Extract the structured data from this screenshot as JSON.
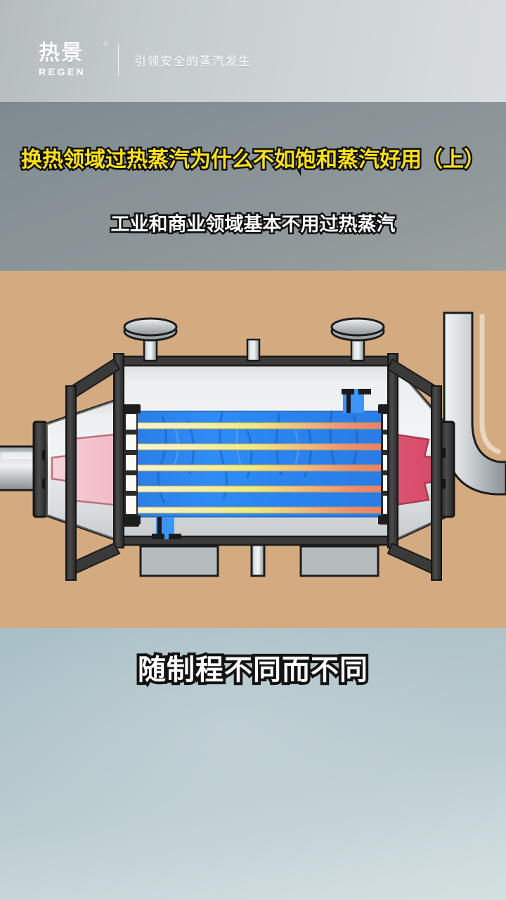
{
  "header": {
    "logo_cn": "热景",
    "logo_trademark": "®",
    "logo_en": "REGEN",
    "tagline": "引领安全的蒸汽发生",
    "divider": "vertical-divider"
  },
  "title_band": {
    "main_title": "换热领域过热蒸汽为什么不如饱和蒸汽好用（上）",
    "subtitle": "工业和商业领域基本不用过热蒸汽",
    "main_title_color": "#ffe11a",
    "subtitle_color": "#ffffff",
    "outline_color": "#101010",
    "band_color": "#8a9396"
  },
  "illustration": {
    "alt": "shell-and-tube-heat-exchanger-cutaway",
    "background_color": "#d4ab80",
    "shell_fluid_color": "#2f86f0",
    "inlet_chamber_color": "#f3bfc8",
    "outlet_chamber_color": "#d9506f",
    "tube_cool_color": "#f2f0c0",
    "tube_hot_color": "#ef8b6e",
    "metal_color": "#c9ced1",
    "frame_color": "#3a3a3a",
    "parts": {
      "inlet_pipe": "inlet-pipe-left",
      "inlet_flange": "inlet-flange",
      "outlet_elbow": "outlet-elbow-right",
      "outlet_flange": "outlet-flange",
      "top_nozzle_left": "top-nozzle-capped-left",
      "top_nozzle_mid": "top-nozzle-stub-middle",
      "top_nozzle_right": "top-nozzle-capped-right",
      "bottom_drain": "bottom-drain-stub",
      "tube_sheet_left": "tube-sheet-left",
      "tube_sheet_right": "tube-sheet-right",
      "support_leg_left": "support-leg-left",
      "support_leg_right": "support-leg-right",
      "tube_count": 5
    }
  },
  "bottom": {
    "caption": "随制程不同而不同",
    "caption_color": "#ffffff",
    "caption_outline": "#131313",
    "background_color": "#b8cace"
  }
}
